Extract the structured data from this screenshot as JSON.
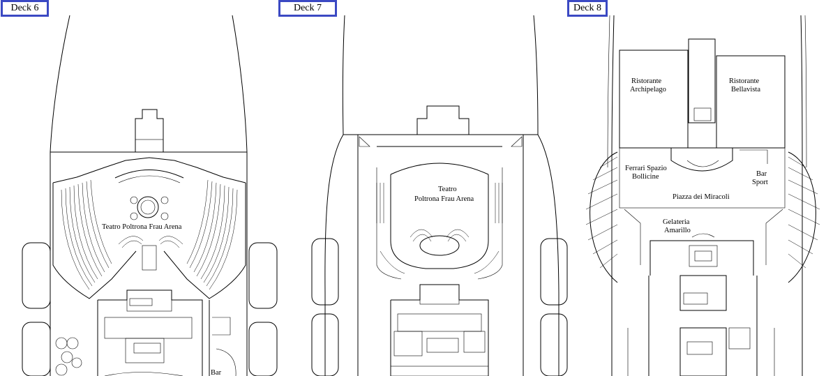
{
  "decks": [
    {
      "tab": "Deck 6",
      "labels": {
        "theatre": "Teatro Poltrona Frau Arena",
        "bar": "Bar"
      }
    },
    {
      "tab": "Deck 7",
      "labels": {
        "theatre_line1": "Teatro",
        "theatre_line2": "Poltrona Frau Arena"
      }
    },
    {
      "tab": "Deck 8",
      "labels": {
        "rest_a1": "Ristorante",
        "rest_a2": "Archipelago",
        "rest_b1": "Ristorante",
        "rest_b2": "Bellavista",
        "ferrari1": "Ferrari Spazio",
        "ferrari2": "Bollicine",
        "bar1": "Bar",
        "bar2": "Sport",
        "piazza": "Piazza dei Miracoli",
        "gel1": "Gelateria",
        "gel2": "Amarillo"
      }
    }
  ],
  "colors": {
    "tab_border": "#3b49c3",
    "line": "#000000",
    "background": "#ffffff"
  }
}
